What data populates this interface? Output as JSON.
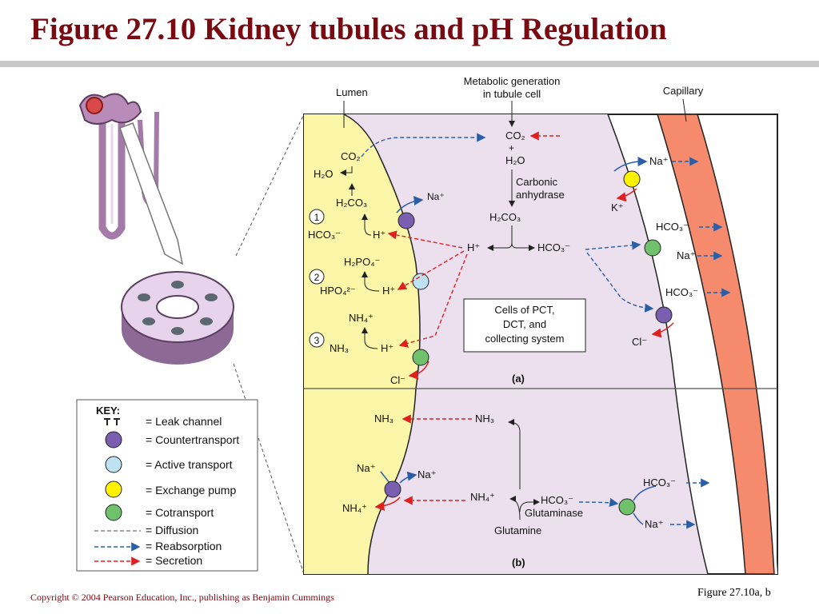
{
  "slide": {
    "title": "Figure 27.10  Kidney tubules and pH Regulation",
    "copyright": "Copyright © 2004 Pearson Education, Inc., publishing as Benjamin Cummings",
    "figure_ref": "Figure 27.10a, b"
  },
  "colors": {
    "title": "#7a0a12",
    "lumen": "#fbf6a8",
    "cell": "#ece0ef",
    "capillary": "#f58a6c",
    "countertransport": "#7a5fb0",
    "active_transport": "#bfe2f2",
    "exchange_pump": "#fff200",
    "cotransport": "#6fc26b",
    "reabsorption": "#2a5fa8",
    "secretion": "#e02020"
  },
  "diagram": {
    "regions": {
      "lumen": "Lumen",
      "capillary": "Capillary",
      "metabolic": [
        "Metabolic generation",
        "in tubule cell"
      ]
    },
    "panel_a": {
      "label": "(a)",
      "cells_box": [
        "Cells of PCT,",
        "DCT, and",
        "collecting system"
      ],
      "center": {
        "co2": "CO₂",
        "plus": "+",
        "h2o": "H₂O",
        "enzyme": [
          "Carbonic",
          "anhydrase"
        ],
        "h2co3": "H₂CO₃",
        "h": "H⁺",
        "hco3": "HCO₃⁻"
      },
      "lumen_side": {
        "co2": "CO₂",
        "h2o": "H₂O",
        "h2co3": "H₂CO₃",
        "na": "Na⁺",
        "hco3": "HCO₃⁻",
        "h1": "H⁺",
        "h2po4": "H₂PO₄⁻",
        "hpo4": "HPO₄²⁻",
        "h2": "H⁺",
        "nh4": "NH₄⁺",
        "nh3": "NH₃",
        "h3": "H⁺",
        "cl": "Cl⁻",
        "steps": [
          "1",
          "2",
          "3"
        ]
      },
      "capillary_side": {
        "na1": "Na⁺",
        "k": "K⁺",
        "hco3_1": "HCO₃⁻",
        "na2": "Na⁺",
        "hco3_2": "HCO₃⁻",
        "cl": "Cl⁻"
      }
    },
    "panel_b": {
      "label": "(b)",
      "nh3_lumen": "NH₃",
      "nh3_cell": "NH₃",
      "na_lumen": "Na⁺",
      "na_cell": "Na⁺",
      "nh4_lumen": "NH₄⁺",
      "nh4_cell": "NH₄⁺",
      "hco3_cell": "HCO₃⁻",
      "glutaminase": "Glutaminase",
      "glutamine": "Glutamine",
      "hco3_cap": "HCO₃⁻",
      "na_cap": "Na⁺"
    },
    "key": {
      "title": "KEY:",
      "items": [
        "= Leak channel",
        "= Countertransport",
        "= Active transport",
        "= Exchange pump",
        "= Cotransport",
        "= Diffusion",
        "= Reabsorption",
        "= Secretion"
      ]
    }
  }
}
